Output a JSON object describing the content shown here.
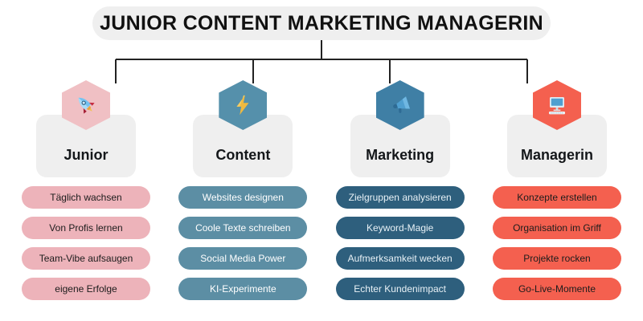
{
  "header": {
    "title": "JUNIOR CONTENT MARKETING MANAGERIN",
    "pill_bg": "#efefef",
    "text_color": "#111111"
  },
  "connector": {
    "color": "#222222",
    "stroke_width": 2
  },
  "card_bg": "#efefef",
  "columns": [
    {
      "id": "junior",
      "label": "Junior",
      "icon": "rocket-icon",
      "icon_glyph": "🚀",
      "hex_color": "#f0c0c4",
      "pill_bg": "#edb3ba",
      "pill_text_color": "#1c1c1c",
      "items": [
        "Täglich wachsen",
        "Von Profis lernen",
        "Team-Vibe aufsaugen",
        "eigene Erfolge"
      ]
    },
    {
      "id": "content",
      "label": "Content",
      "icon": "lightning-bolt-icon",
      "icon_glyph": "⚡",
      "hex_color": "#5590ab",
      "pill_bg": "#5c8ea4",
      "pill_text_color": "#ffffff",
      "items": [
        "Websites designen",
        "Coole Texte schreiben",
        "Social Media Power",
        "KI-Experimente"
      ]
    },
    {
      "id": "marketing",
      "label": "Marketing",
      "icon": "megaphone-icon",
      "icon_glyph": "📢",
      "hex_color": "#3f7fa5",
      "pill_bg": "#2e5f7d",
      "pill_text_color": "#e8f1f6",
      "items": [
        "Zielgruppen analysieren",
        "Keyword-Magie",
        "Aufmerksamkeit wecken",
        "Echter Kundenimpact"
      ]
    },
    {
      "id": "managerin",
      "label": "Managerin",
      "icon": "desktop-computer-icon",
      "icon_glyph": "🖥",
      "hex_color": "#f4604f",
      "pill_bg": "#f4604f",
      "pill_text_color": "#1c1c1c",
      "items": [
        "Konzepte erstellen",
        "Organisation im Griff",
        "Projekte rocken",
        "Go-Live-Momente"
      ]
    }
  ]
}
